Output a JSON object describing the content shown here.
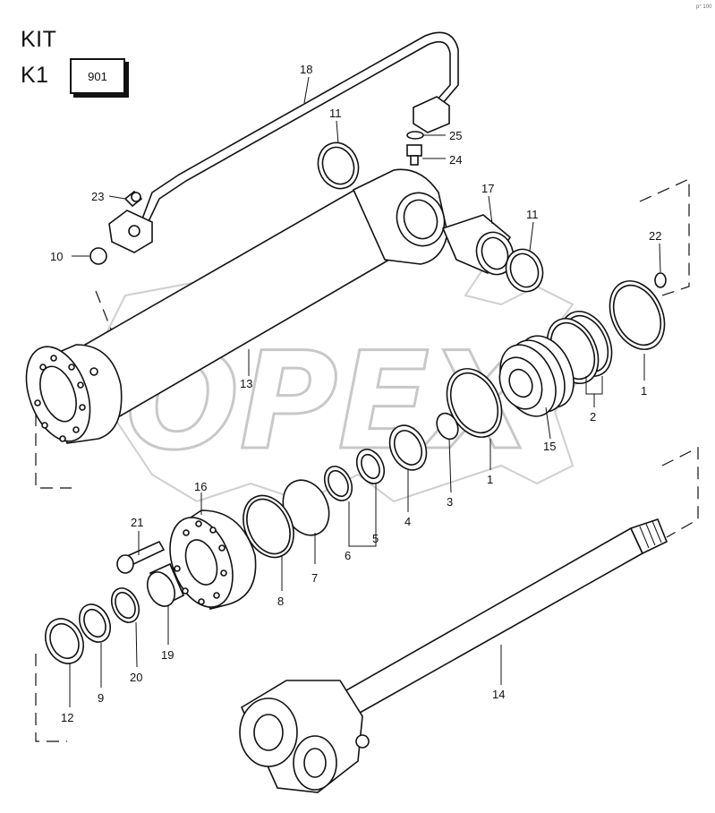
{
  "header": {
    "kit_label": "KIT",
    "kit_code": "K1",
    "kit_box": "901"
  },
  "watermark": {
    "text": "OPEX"
  },
  "corner_mark": "p° 100",
  "callouts": {
    "c1a": "1",
    "c1b": "1",
    "c2": "2",
    "c3": "3",
    "c4": "4",
    "c5": "5",
    "c6": "6",
    "c7": "7",
    "c8": "8",
    "c9": "9",
    "c10": "10",
    "c11a": "11",
    "c11b": "11",
    "c12": "12",
    "c13": "13",
    "c14": "14",
    "c15": "15",
    "c16": "16",
    "c17": "17",
    "c18": "18",
    "c19": "19",
    "c20": "20",
    "c21": "21",
    "c22": "22",
    "c23": "23",
    "c24": "24",
    "c25": "25"
  }
}
